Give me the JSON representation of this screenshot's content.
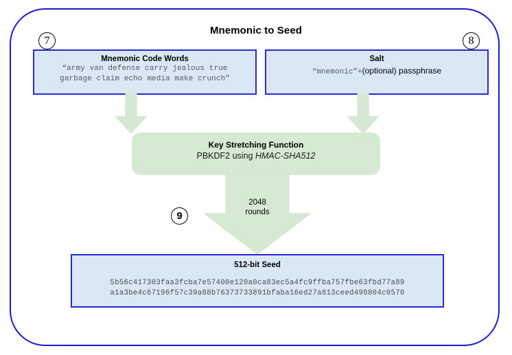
{
  "diagram": {
    "title": "Mnemonic to Seed",
    "border_color": "#1a1ad6",
    "box_fill": "#dae8f6",
    "box_border": "#2a2ad4",
    "arrow_fill": "#d6e9d2"
  },
  "steps": {
    "mnemonic_number": "⑦",
    "salt_number": "⑧",
    "seed_number": "⑨",
    "mnemonic_number_plain": "7",
    "salt_number_plain": "8",
    "seed_number_plain": "9"
  },
  "mnemonic_box": {
    "title": "Mnemonic Code Words",
    "line1": "“army van defense carry jealous true",
    "line2": "garbage claim echo media make crunch”"
  },
  "salt_box": {
    "title": "Salt",
    "mono_text": "“mnemonic”",
    "plus": "+",
    "sans_text": "(optional) passphrase"
  },
  "key_stretching": {
    "title": "Key Stretching Function",
    "subtitle_prefix": "PBKDF2 using ",
    "subtitle_algorithm": "HMAC-SHA512"
  },
  "rounds": {
    "count": "2048",
    "unit": "rounds"
  },
  "seed_box": {
    "title": "512-bit Seed",
    "hex_line1": "5b56c417303faa3fcba7e57400e120a0ca83ec5a4fc9ffba757fbe63fbd77a89",
    "hex_line2": "a1a3be4c67196f57c39a88b76373733891bfaba16ed27a813ceed498804c0570"
  }
}
